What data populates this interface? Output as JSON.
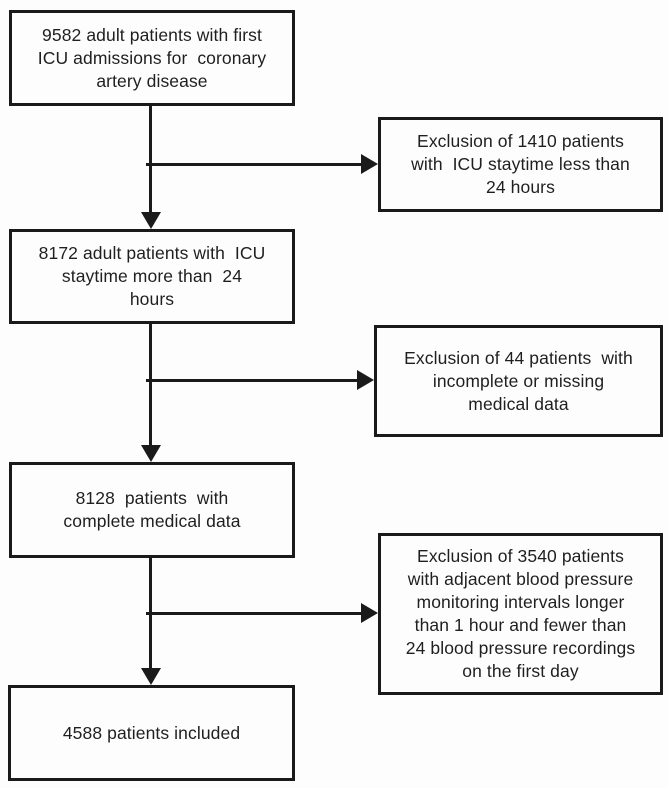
{
  "diagram": {
    "type": "flowchart",
    "colors": {
      "ink": "#1a1a1a",
      "background": "#fdfdfd",
      "text": "#1f1f1f"
    },
    "nodes": [
      {
        "id": "initial-cohort",
        "count": 9582,
        "text": "9582 adult patients with first\nICU admissions for  coronary\nartery disease"
      },
      {
        "id": "exclusion-staytime",
        "count": 1410,
        "text": "Exclusion of 1410 patients\nwith  ICU staytime less than\n24 hours"
      },
      {
        "id": "staytime-cohort",
        "count": 8172,
        "text": "8172 adult patients with  ICU\nstaytime more than  24\nhours"
      },
      {
        "id": "exclusion-missing-data",
        "count": 44,
        "text": "Exclusion of 44 patients  with\nincomplete or missing\nmedical data"
      },
      {
        "id": "complete-data-cohort",
        "count": 8128,
        "text": "8128  patients  with\ncomplete medical data"
      },
      {
        "id": "exclusion-bp-monitoring",
        "count": 3540,
        "text": "Exclusion of 3540 patients\nwith adjacent blood pressure\nmonitoring intervals longer\nthan 1 hour and fewer than\n24 blood pressure recordings\non the first day"
      },
      {
        "id": "included-cohort",
        "count": 4588,
        "text": "4588 patients included"
      }
    ],
    "edges": [
      {
        "from": "initial-cohort",
        "to": "staytime-cohort",
        "direction": "down"
      },
      {
        "from": "initial-cohort",
        "to": "exclusion-staytime",
        "direction": "right"
      },
      {
        "from": "staytime-cohort",
        "to": "complete-data-cohort",
        "direction": "down"
      },
      {
        "from": "staytime-cohort",
        "to": "exclusion-missing-data",
        "direction": "right"
      },
      {
        "from": "complete-data-cohort",
        "to": "included-cohort",
        "direction": "down"
      },
      {
        "from": "complete-data-cohort",
        "to": "exclusion-bp-monitoring",
        "direction": "right"
      }
    ]
  }
}
